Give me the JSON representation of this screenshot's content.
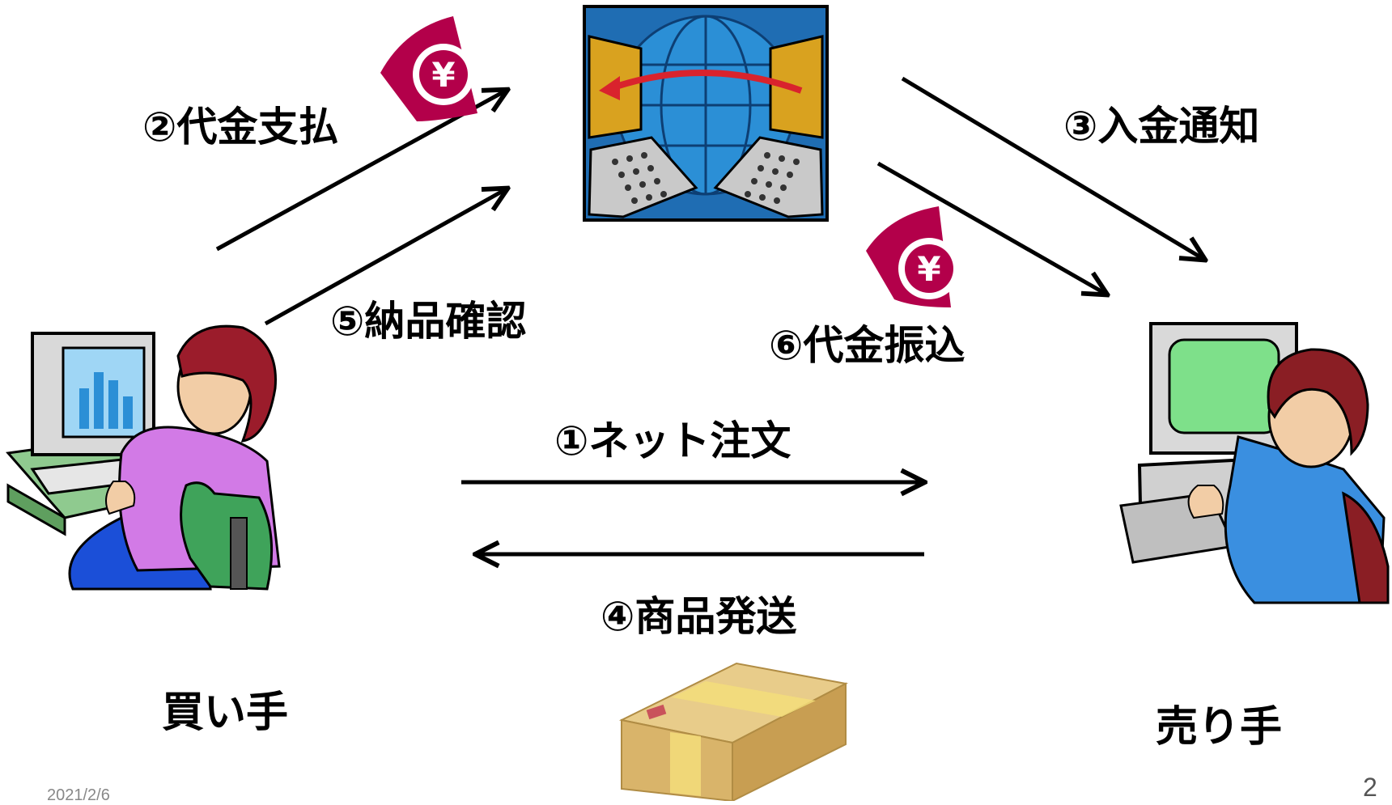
{
  "diagram": {
    "steps": {
      "s1": "①ネット注文",
      "s2": "②代金支払",
      "s3": "③入金通知",
      "s4": "④商品発送",
      "s5": "⑤納品確認",
      "s6": "⑥代金振込"
    },
    "parties": {
      "buyer": "買い手",
      "seller": "売り手"
    },
    "yen_symbol": "¥",
    "icons": [
      "yen-coin-icon",
      "internet-escrow-icon",
      "buyer-at-computer-icon",
      "seller-at-computer-icon",
      "package-box-icon"
    ],
    "colors": {
      "yen_coin": "#b3004a",
      "globe_bg": "#2b8fd6",
      "arrow_red": "#d9232d",
      "buyer_shirt": "#d27ae6",
      "seller_shirt": "#3a8fe0",
      "box": "#d9b46a"
    }
  },
  "footer": {
    "date": "2021/2/6",
    "page_number": "2"
  }
}
